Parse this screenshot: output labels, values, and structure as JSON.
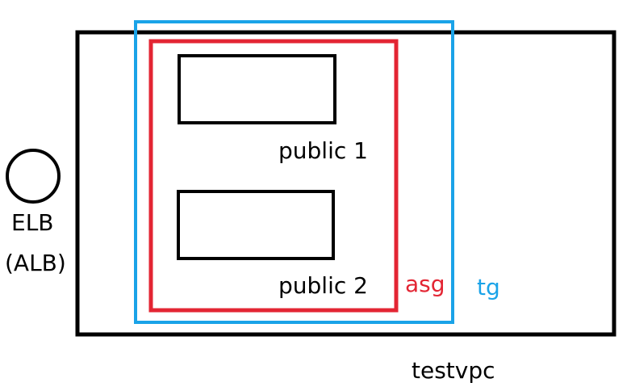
{
  "labels": {
    "elb": "ELB",
    "elb_type": "(ALB)",
    "public1": "public 1",
    "public2": "public 2",
    "asg": "asg",
    "tg": "tg",
    "vpc": "testvpc"
  },
  "colors": {
    "vpc_border": "#000000",
    "tg_border": "#1aa3e8",
    "asg_border": "#e32533",
    "subnet_border": "#000000",
    "text_default": "#000000",
    "asg_text": "#e32533",
    "tg_text": "#1aa3e8"
  }
}
